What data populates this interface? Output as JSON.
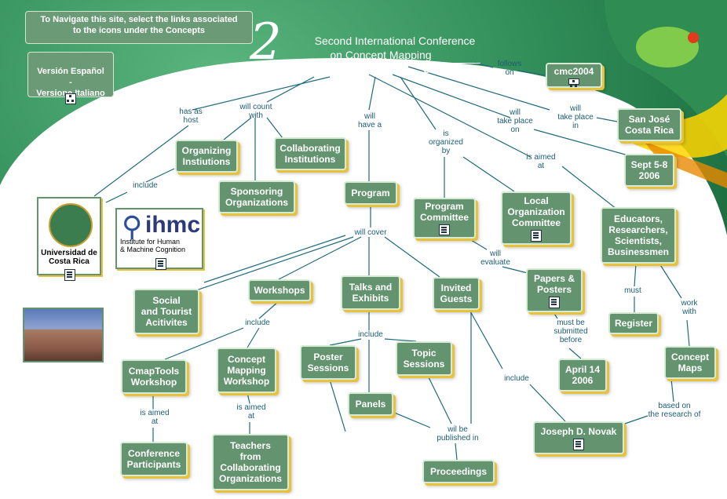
{
  "colors": {
    "node_fill": "#63936f",
    "link_text": "#1b5d73",
    "shadow": "#e8c23a",
    "background_green": "#2e8a55"
  },
  "header": {
    "nav_note": "To Navigate this site, select the links associated\nto the icons under the Concepts",
    "languages": "Versión Español\n-\nVersione Italiano",
    "title_number": "2",
    "title_line1": "Second International Conference",
    "title_line2": "on Concept Mapping",
    "subtitle": "CMC 2006"
  },
  "concepts": {
    "cmc2004": "cmc2004",
    "san_jose": "San José\nCosta Rica",
    "dates": "Sept 5-8\n2006",
    "organizing": "Organizing\nInstiutions",
    "collaborating": "Collaborating\nInstitutions",
    "sponsoring": "Sponsoring\nOrganizations",
    "program": "Program",
    "program_committee": "Program\nCommittee",
    "local_committee": "Local\nOrganization\nCommittee",
    "educators": "Educators,\nResearchers,\nScientists,\nBusinessmen",
    "universidad": "Universidad de\nCosta Rica",
    "social": "Social\nand Tourist\nAcitivites",
    "workshops": "Workshops",
    "talks": "Talks and\nExhibits",
    "invited": "Invited\nGuests",
    "papers": "Papers &\nPosters",
    "register": "Register",
    "concept_maps": "Concept\nMaps",
    "cmaptools": "CmapTools\nWorkshop",
    "cm_workshop": "Concept\nMapping\nWorkshop",
    "poster_sessions": "Poster\nSessions",
    "topic_sessions": "Topic\nSessions",
    "panels": "Panels",
    "april": "April 14\n2006",
    "conference_participants": "Conference\nParticipants",
    "teachers": "Teachers\nfrom\nCollaborating\nOrganizations",
    "proceedings": "Proceedings",
    "novak": "Joseph D. Novak"
  },
  "links": {
    "follows_on": "follows\non",
    "will_take_place_in": "will\ntake place\nin",
    "will_take_place_on": "will\ntake place\non",
    "is_aimed_at_main": "is aimed\nat",
    "has_as_host": "has as\nhost",
    "will_count_with": "will count\nwith",
    "will_have_a": "will\nhave a",
    "is_organized_by": "is\norganized\nby",
    "include_orgs": "include",
    "will_cover": "will cover",
    "will_evaluate": "will\nevaluate",
    "must": "must",
    "work_with": "work\nwith",
    "include_workshops": "include",
    "include_talks": "include",
    "must_be_submitted": "must be\nsubmitted\nbefore",
    "include_invited": "include",
    "is_aimed_at_cmaptools": "is aimed\nat",
    "is_aimed_at_cm": "is aimed\nat",
    "will_be_published_in": "wil be\npublished in",
    "based_on": "based on\nthe research of"
  },
  "logos": {
    "ihmc_text": "ihmc",
    "ihmc_sub": "Institute for Human\n& Machine Cognition"
  },
  "icons": [
    "concept-map-icon",
    "document-icon",
    "frog-image",
    "university-seal",
    "theater-photo"
  ]
}
